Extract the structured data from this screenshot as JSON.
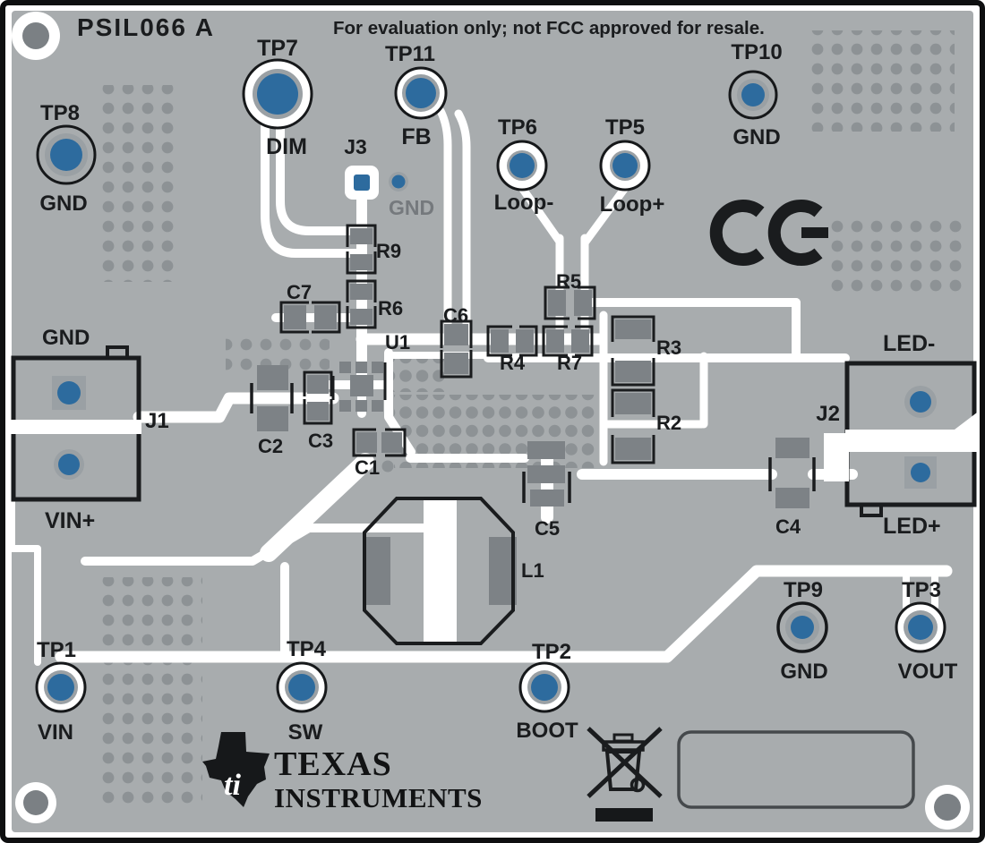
{
  "board": {
    "name": "PSIL066 A",
    "disclaimer": "For evaluation only; not FCC approved for resale.",
    "test_points": [
      {
        "id": "TP7",
        "signal": "DIM"
      },
      {
        "id": "TP11",
        "signal": "FB"
      },
      {
        "id": "TP8",
        "signal": "GND"
      },
      {
        "id": "TP6",
        "signal": "Loop-"
      },
      {
        "id": "TP5",
        "signal": "Loop+"
      },
      {
        "id": "TP10",
        "signal": "GND"
      },
      {
        "id": "TP1",
        "signal": "VIN"
      },
      {
        "id": "TP4",
        "signal": "SW"
      },
      {
        "id": "TP2",
        "signal": "BOOT"
      },
      {
        "id": "TP9",
        "signal": "GND"
      },
      {
        "id": "TP3",
        "signal": "VOUT"
      }
    ],
    "connectors": {
      "j1": {
        "id": "J1",
        "top_pin": "GND",
        "bottom_pin": "VIN+"
      },
      "j2": {
        "id": "J2",
        "top_pin": "LED-",
        "bottom_pin": "LED+"
      },
      "j3": {
        "id": "J3",
        "pin": "GND"
      }
    },
    "components": {
      "r9": "R9",
      "r6": "R6",
      "c7": "C7",
      "c6": "C6",
      "u1": "U1",
      "r4": "R4",
      "r7": "R7",
      "r5": "R5",
      "r3": "R3",
      "r2": "R2",
      "c2": "C2",
      "c3": "C3",
      "c1": "C1",
      "c5": "C5",
      "c4": "C4",
      "l1": "L1"
    },
    "logo": {
      "word1": "TEXAS",
      "word2": "INSTRUMENTS",
      "glyph": "ti"
    },
    "icons": {
      "ce": "ce-mark",
      "weee": "weee-crossed-out-bin",
      "label_area": "blank-label-box"
    },
    "colors": {
      "board_gray": "#a8acae",
      "trace_white": "#ffffff",
      "silkscreen_black": "#1a1c1e",
      "via_blue": "#2d6b9e",
      "pad_gray": "#7d8286",
      "ring_gray": "#9aa0a4",
      "stitch_gray": "#8d9295"
    }
  }
}
